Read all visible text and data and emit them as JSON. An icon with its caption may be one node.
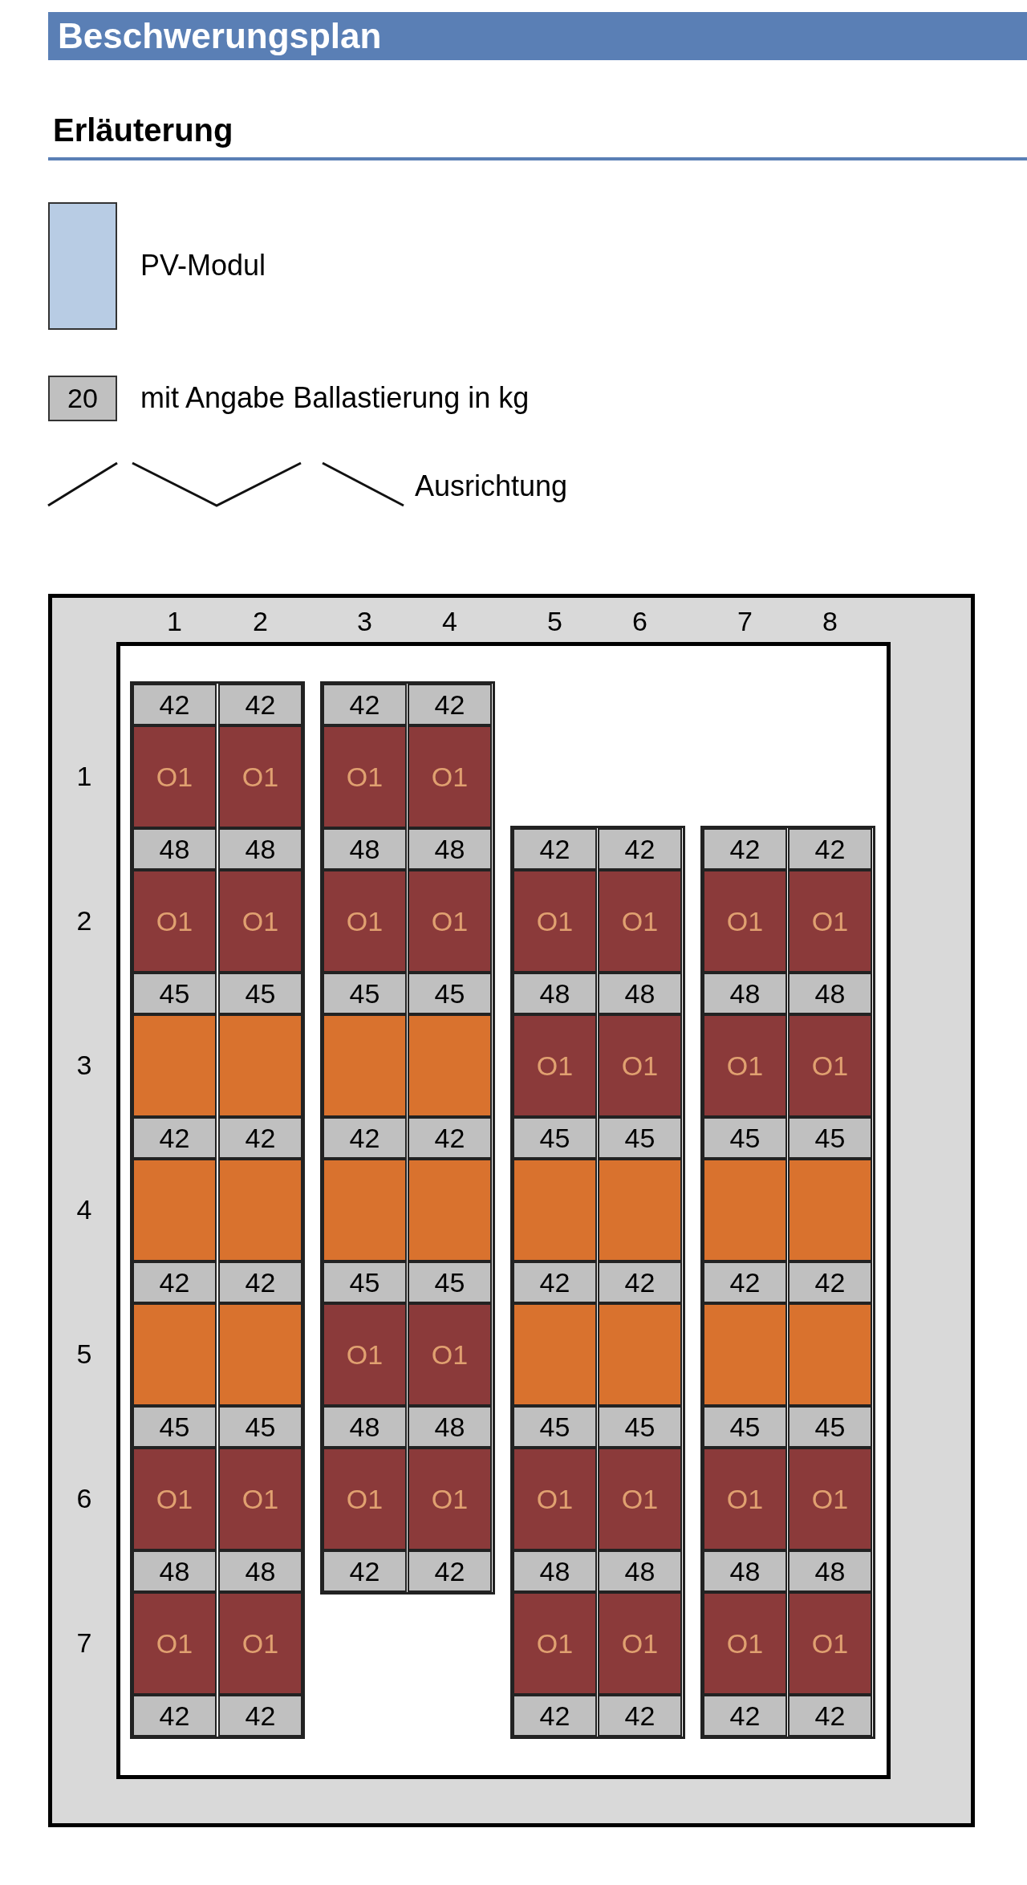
{
  "diagram": {
    "title": "Beschwerungsplan",
    "nodes": [
      {
        "text": [
          "42"
        ]
      },
      {
        "text": [
          "42"
        ]
      },
      {
        "text": [
          "42"
        ]
      },
      {
        "text": [
          "42"
        ]
      },
      {
        "text": [
          "O1"
        ]
      },
      {
        "text": [
          "O1"
        ]
      },
      {
        "text": [
          "O1"
        ]
      },
      {
        "text": [
          "O1"
        ]
      },
      {
        "text": [
          "48"
        ]
      },
      {
        "text": [
          "48"
        ]
      },
      {
        "text": [
          "48"
        ]
      },
      {
        "text": [
          "48"
        ]
      },
      {
        "text": [
          "42"
        ]
      },
      {
        "text": [
          "42"
        ]
      },
      {
        "text": [
          "42"
        ]
      },
      {
        "text": [
          "42"
        ]
      },
      {
        "text": [
          "O1"
        ]
      },
      {
        "text": [
          "O1"
        ]
      },
      {
        "text": [
          "O1"
        ]
      },
      {
        "text": [
          "O1"
        ]
      },
      {
        "text": [
          "O1"
        ]
      },
      {
        "text": [
          "O1"
        ]
      },
      {
        "text": [
          "O1"
        ]
      },
      {
        "text": [
          "O1"
        ]
      },
      {
        "text": [
          "45"
        ]
      },
      {
        "text": [
          "45"
        ]
      },
      {
        "text": [
          "45"
        ]
      },
      {
        "text": [
          "45"
        ]
      },
      {
        "text": [
          "48"
        ]
      },
      {
        "text": [
          "48"
        ]
      },
      {
        "text": [
          "48"
        ]
      },
      {
        "text": [
          "48"
        ]
      },
      {
        "text": [],
        "shape": "box"
      },
      {
        "text": [],
        "shape": "box"
      },
      {
        "text": [],
        "shape": "box"
      },
      {
        "text": [],
        "shape": "box"
      },
      {
        "text": [
          "O1"
        ]
      },
      {
        "text": [
          "O1"
        ]
      },
      {
        "text": [
          "O1"
        ]
      },
      {
        "text": [
          "O1"
        ]
      },
      {
        "text": [
          "42"
        ]
      },
      {
        "text": [
          "42"
        ]
      },
      {
        "text": [
          "42"
        ]
      },
      {
        "text": [
          "42"
        ]
      },
      {
        "text": [
          "45"
        ]
      },
      {
        "text": [
          "45"
        ]
      },
      {
        "text": [
          "45"
        ]
      },
      {
        "text": [
          "45"
        ]
      },
      {
        "text": [],
        "shape": "box"
      },
      {
        "text": [],
        "shape": "box"
      },
      {
        "text": [],
        "shape": "box"
      },
      {
        "text": [],
        "shape": "box"
      },
      {
        "text": [],
        "shape": "box"
      },
      {
        "text": [],
        "shape": "box"
      },
      {
        "text": [],
        "shape": "box"
      },
      {
        "text": [],
        "shape": "box"
      },
      {
        "text": [
          "42"
        ]
      },
      {
        "text": [
          "42"
        ]
      },
      {
        "text": [
          "45"
        ]
      },
      {
        "text": [
          "45"
        ]
      },
      {
        "text": [
          "42"
        ]
      },
      {
        "text": [
          "42"
        ]
      },
      {
        "text": [
          "42"
        ]
      },
      {
        "text": [
          "42"
        ]
      },
      {
        "text": [],
        "shape": "box"
      },
      {
        "text": [],
        "shape": "box"
      },
      {
        "text": [
          "O1"
        ]
      },
      {
        "text": [
          "O1"
        ]
      },
      {
        "text": [],
        "shape": "box"
      },
      {
        "text": [],
        "shape": "box"
      },
      {
        "text": [],
        "shape": "box"
      },
      {
        "text": [],
        "shape": "box"
      },
      {
        "text": [
          "45"
        ]
      },
      {
        "text": [
          "45"
        ]
      },
      {
        "text": [
          "48"
        ]
      },
      {
        "text": [
          "48"
        ]
      },
      {
        "text": [
          "45"
        ]
      },
      {
        "text": [
          "45"
        ]
      },
      {
        "text": [
          "45"
        ]
      },
      {
        "text": [
          "45"
        ]
      },
      {
        "text": [
          "O1"
        ]
      },
      {
        "text": [
          "O1"
        ]
      },
      {
        "text": [
          "O1"
        ]
      },
      {
        "text": [
          "O1"
        ]
      },
      {
        "text": [
          "O1"
        ]
      },
      {
        "text": [
          "O1"
        ]
      },
      {
        "text": [
          "O1"
        ]
      },
      {
        "text": [
          "O1"
        ]
      },
      {
        "text": [
          "48"
        ]
      },
      {
        "text": [
          "48"
        ]
      },
      {
        "text": [
          "42"
        ]
      },
      {
        "text": [
          "42"
        ]
      },
      {
        "text": [
          "48"
        ]
      },
      {
        "text": [
          "48"
        ]
      },
      {
        "text": [
          "48"
        ]
      },
      {
        "text": [
          "48"
        ]
      },
      {
        "text": [
          "O1"
        ]
      },
      {
        "text": [
          "O1"
        ]
      },
      {
        "text": [
          "O1"
        ]
      },
      {
        "text": [
          "O1"
        ]
      },
      {
        "text": [
          "O1"
        ]
      },
      {
        "text": [
          "O1"
        ]
      },
      {
        "text": [
          "42"
        ]
      },
      {
        "text": [
          "42"
        ]
      },
      {
        "text": [
          "42"
        ]
      },
      {
        "text": [
          "42"
        ]
      },
      {
        "text": [
          "42"
        ]
      },
      {
        "text": [
          "42"
        ]
      }
    ],
    "labels": [
      "Erläuterung",
      "20",
      "1",
      "2",
      "3",
      "4",
      "5",
      "6",
      "7",
      "8",
      "1",
      "2",
      "3",
      "4",
      "5",
      "6",
      "7"
    ],
    "legend": [
      {
        "text": "PV-Modul",
        "color": "#b8cce4"
      },
      {
        "text": "mit Angabe Ballastierung in kg"
      },
      {
        "text": "Ausrichtung"
      }
    ]
  }
}
